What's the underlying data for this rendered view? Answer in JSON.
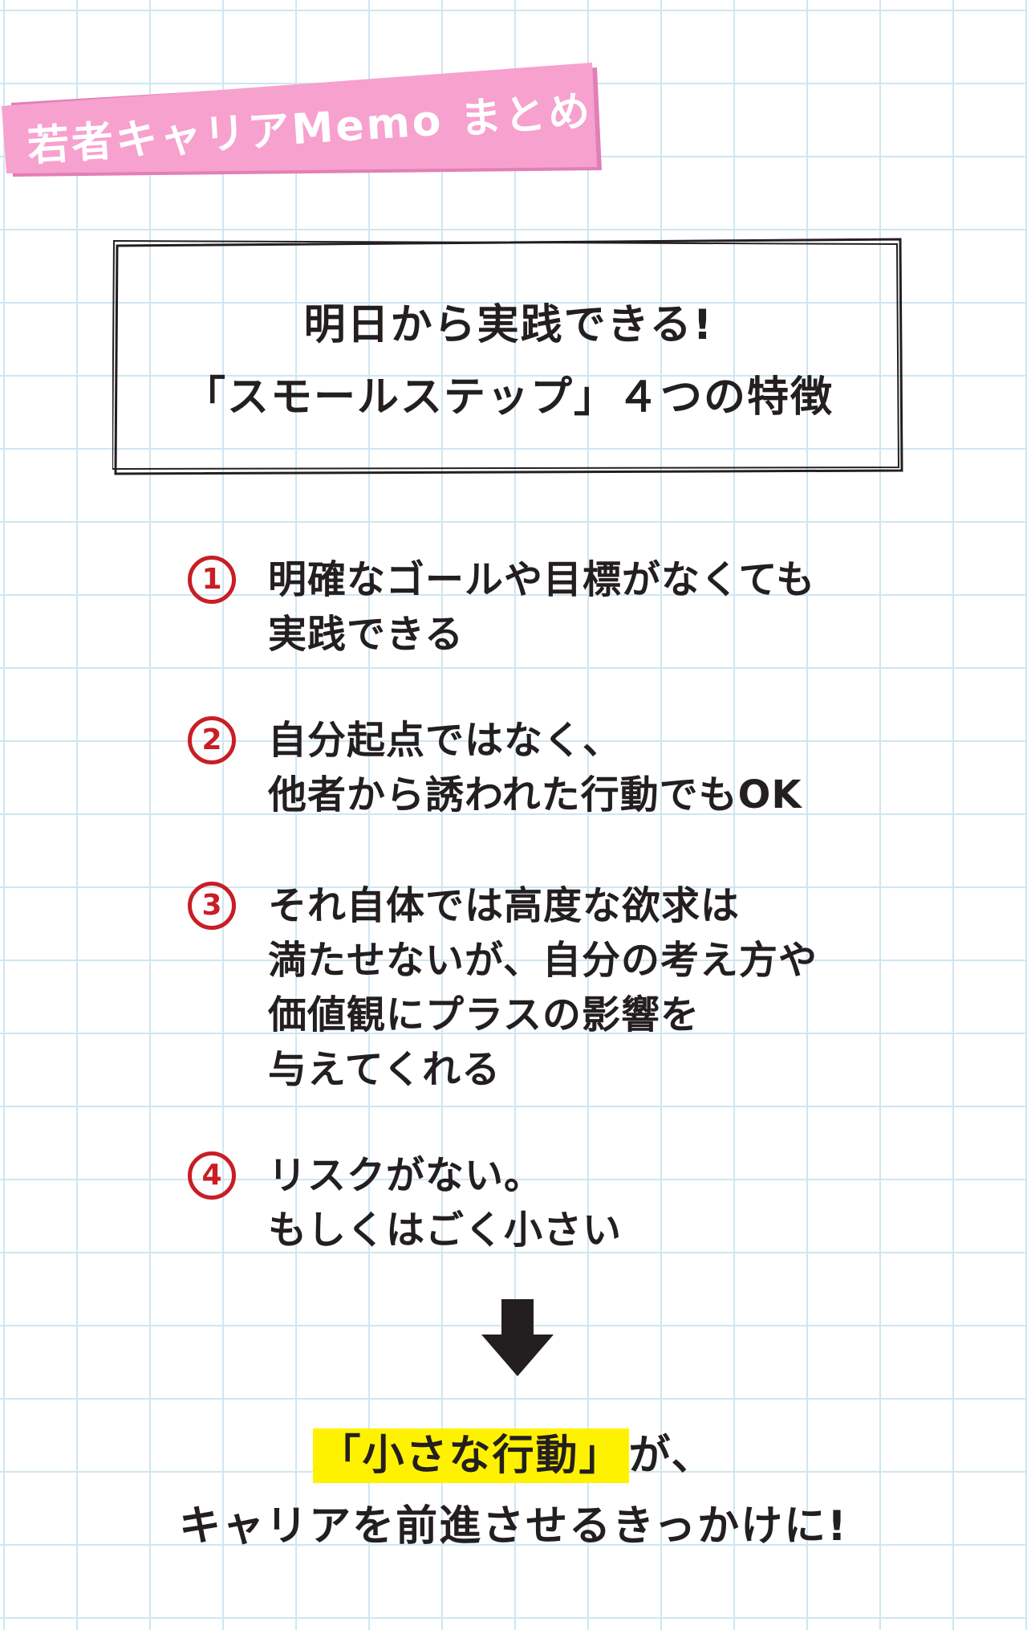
{
  "banner": {
    "text": "若者キャリアMemo まとめ",
    "color": "#f7a1cf",
    "shadow_color": "#e27fb6"
  },
  "title": {
    "line1": "明日から実践できる!",
    "line2": "「スモールステップ」４つの特徴"
  },
  "items": [
    {
      "number": "1",
      "lines": [
        "明確なゴールや目標がなくても",
        "実践できる"
      ]
    },
    {
      "number": "2",
      "lines": [
        "自分起点ではなく、",
        "他者から誘われた行動でもOK"
      ]
    },
    {
      "number": "3",
      "lines": [
        "それ自体では高度な欲求は",
        "満たせないが、自分の考え方や",
        "価値観にプラスの影響を",
        "与えてくれる"
      ]
    },
    {
      "number": "4",
      "lines": [
        "リスクがない。",
        "もしくはごく小さい"
      ]
    }
  ],
  "arrow_icon": "down-arrow-icon",
  "conclusion": {
    "highlight": "「小さな行動」",
    "after_highlight": "が、",
    "line2": "キャリアを前進させるきっかけに!"
  },
  "colors": {
    "number_red": "#c81e25",
    "highlight_yellow": "#fff200",
    "grid_line": "#cfe6f1",
    "text": "#231f20"
  }
}
